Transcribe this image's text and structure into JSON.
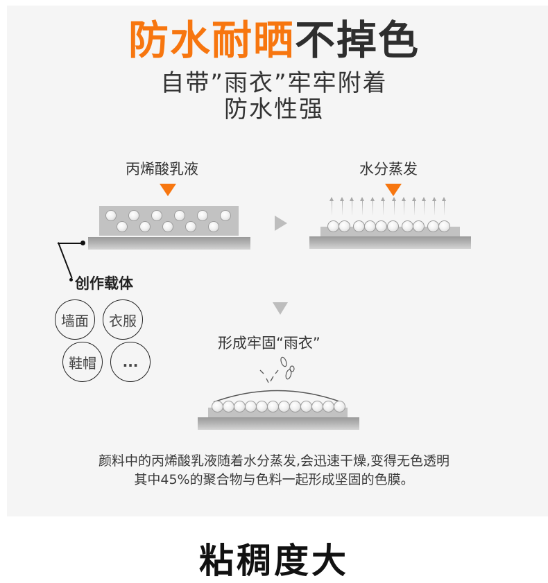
{
  "header": {
    "title_orange": "防水耐晒",
    "title_dark": "不掉色",
    "subtitle_line1": "自带”雨衣”牢牢附着",
    "subtitle_line2": "防水性强"
  },
  "steps": [
    {
      "label": "丙烯酸乳液",
      "marker": "orange-down-triangle"
    },
    {
      "label": "水分蒸发",
      "marker": "orange-down-triangle"
    },
    {
      "label": "形成牢固“雨衣”",
      "marker": "gray-down-triangle"
    }
  ],
  "carrier": {
    "title": "创作载体",
    "items": [
      "墙面",
      "衣服",
      "鞋帽",
      "..."
    ]
  },
  "description": {
    "line1": "颜料中的丙烯酸乳液随着水分蒸发,会迅速干燥,变得无色透明",
    "line2": "其中45%的聚合物与色料一起形成坚固的色膜。"
  },
  "next_section": {
    "title": "粘稠度大"
  },
  "colors": {
    "accent": "#f7760f",
    "dark_text": "#2e2e2e",
    "panel_bg": "#f5f5f5",
    "plate_gray": "#a8a8a8",
    "layer_gray": "#c2c2c2"
  }
}
